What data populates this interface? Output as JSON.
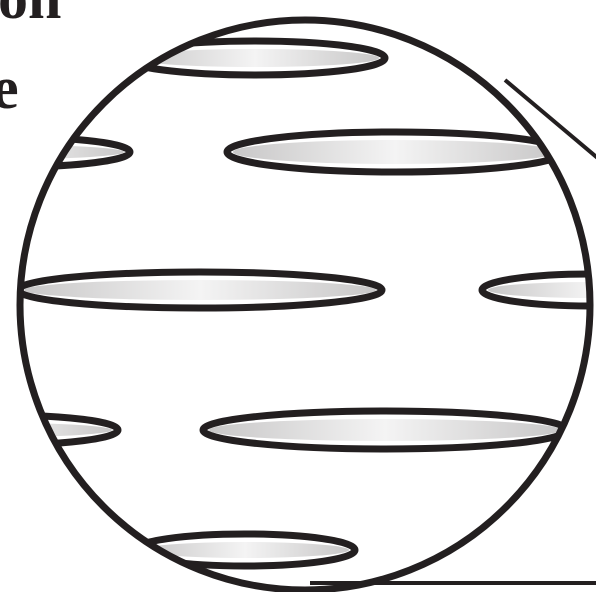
{
  "text_fragments": {
    "top_fragment": "on",
    "side_fragment": "e"
  },
  "colors": {
    "ink": "#231f20",
    "background": "#ffffff",
    "fiber_highlight": "#ffffff"
  },
  "icons": {
    "magnifier": "magnifier-circle-icon",
    "leader": "leader-lines"
  }
}
